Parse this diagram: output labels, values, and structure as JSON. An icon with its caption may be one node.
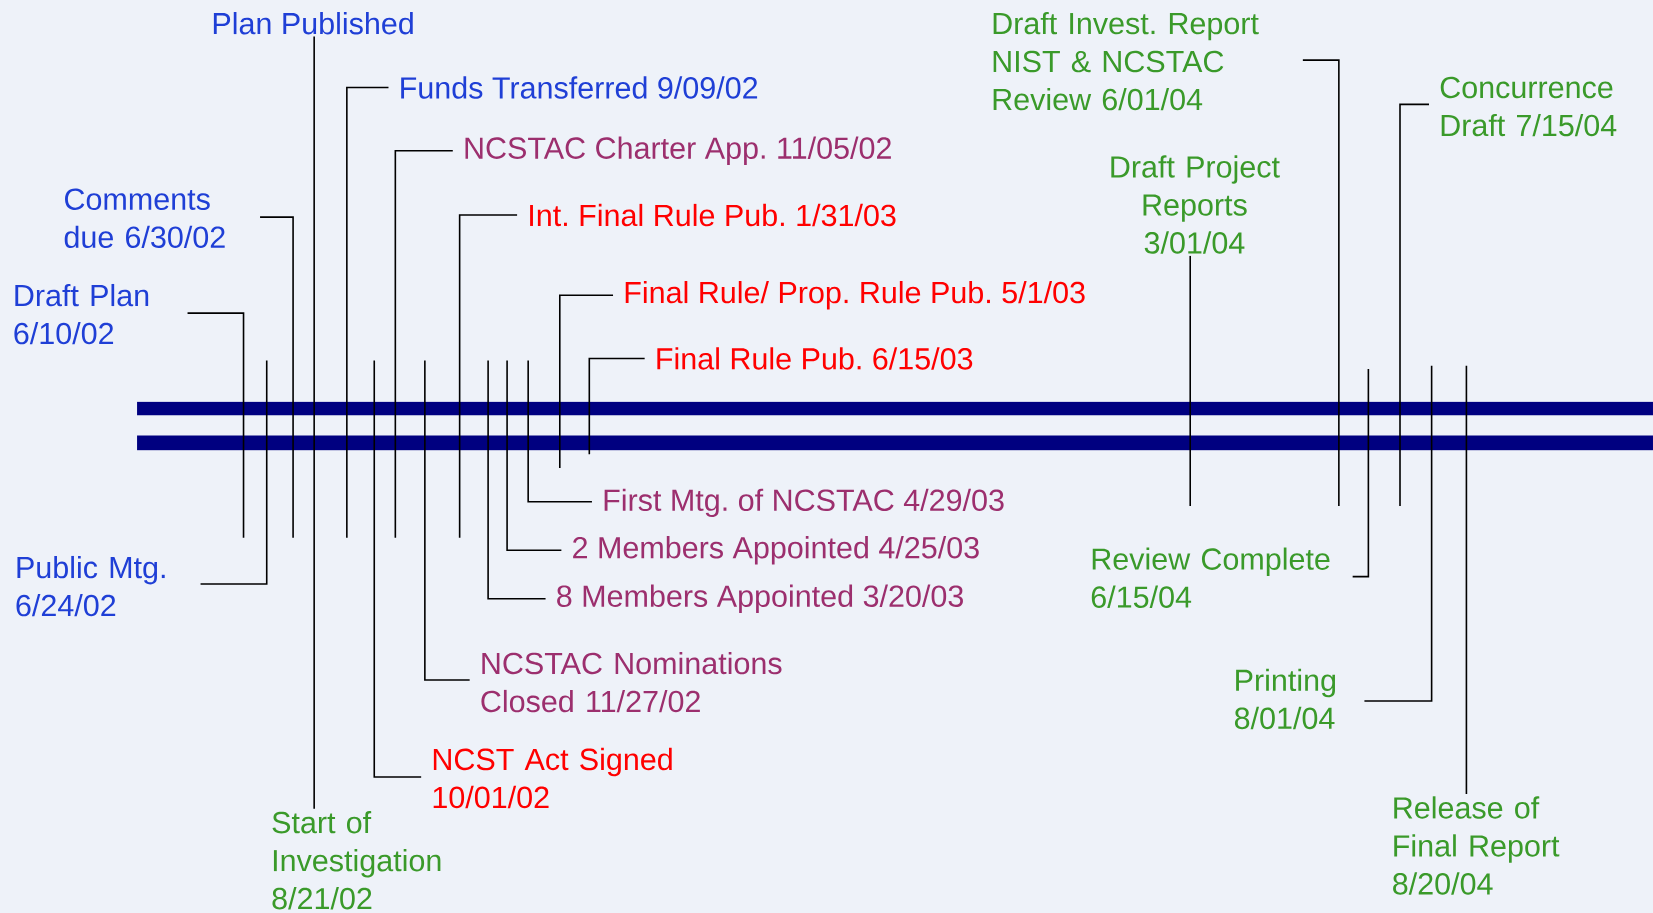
{
  "diagram": {
    "nodes": [
      {
        "text": [
          "Draft Plan 6/10/02"
        ]
      },
      {
        "text": [
          "Public Mtg. 6/24/02"
        ]
      },
      {
        "text": [
          "Comments due 6/30/02"
        ]
      },
      {
        "text": [
          "Plan Published"
        ]
      },
      {
        "text": [
          "Start of Investigation 8/21/02"
        ]
      },
      {
        "text": [
          "Funds Transferred 9/09/02"
        ]
      },
      {
        "text": [
          "NCST Act Signed 10/01/02"
        ]
      },
      {
        "text": [
          "NCSTAC Charter App. 11/05/02"
        ]
      },
      {
        "text": [
          "NCSTAC Nominations Closed 11/27/02"
        ]
      },
      {
        "text": [
          "Int. Final Rule Pub. 1/31/03"
        ]
      },
      {
        "text": [
          "8 Members Appointed 3/20/03"
        ]
      },
      {
        "text": [
          "2 Members Appointed 4/25/03"
        ]
      },
      {
        "text": [
          "First Mtg. of NCSTAC 4/29/03"
        ]
      },
      {
        "text": [
          "Final Rule/ Prop. Rule Pub. 5/1/03"
        ]
      },
      {
        "text": [
          "Final Rule Pub. 6/15/03"
        ]
      },
      {
        "text": [
          "Draft Project Reports 3/01/04"
        ]
      },
      {
        "text": [
          "Draft Invest. Report NIST & NCSTAC Review 6/01/04"
        ]
      },
      {
        "text": [
          "Review Complete 6/15/04"
        ]
      },
      {
        "text": [
          "Concurrence Draft 7/15/04"
        ]
      },
      {
        "text": [
          "Printing 8/01/04"
        ]
      },
      {
        "text": [
          "Release of Final Report 8/20/04"
        ]
      }
    ],
    "edges": [
      {
        "from": 0,
        "to": null,
        "arrow": "none"
      },
      {
        "from": 1,
        "to": null,
        "arrow": "none"
      },
      {
        "from": 2,
        "to": null,
        "arrow": "none"
      },
      {
        "from": 3,
        "to": 4,
        "arrow": "none"
      },
      {
        "from": 5,
        "to": null,
        "arrow": "none"
      },
      {
        "from": 6,
        "to": null,
        "arrow": "none"
      },
      {
        "from": 7,
        "to": null,
        "arrow": "none"
      },
      {
        "from": 8,
        "to": null,
        "arrow": "none"
      },
      {
        "from": 9,
        "to": null,
        "arrow": "none"
      },
      {
        "from": 10,
        "to": null,
        "arrow": "none"
      },
      {
        "from": 11,
        "to": null,
        "arrow": "none"
      },
      {
        "from": 12,
        "to": null,
        "arrow": "none"
      },
      {
        "from": 13,
        "to": null,
        "arrow": "none"
      },
      {
        "from": 14,
        "to": null,
        "arrow": "none"
      },
      {
        "from": 15,
        "to": null,
        "arrow": "none"
      },
      {
        "from": 16,
        "to": null,
        "arrow": "none"
      },
      {
        "from": 17,
        "to": null,
        "arrow": "none"
      },
      {
        "from": 18,
        "to": null,
        "arrow": "none"
      },
      {
        "from": 19,
        "to": null,
        "arrow": "none"
      },
      {
        "from": 20,
        "to": null,
        "arrow": "none"
      }
    ]
  }
}
